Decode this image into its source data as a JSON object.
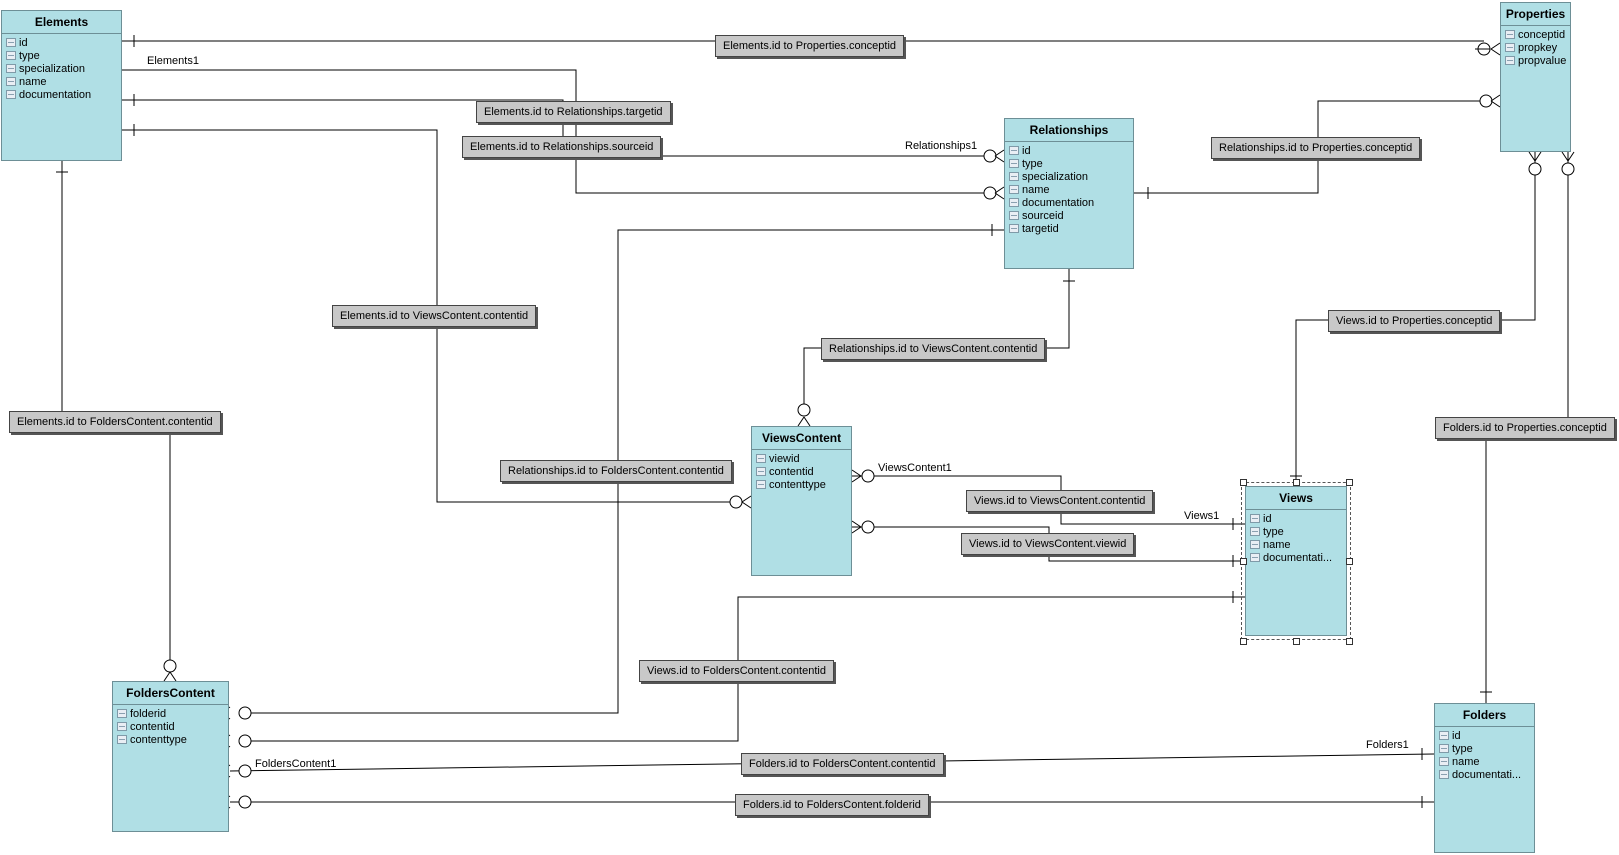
{
  "tables": {
    "elements": {
      "title": "Elements",
      "fields": [
        "id",
        "type",
        "specialization",
        "name",
        "documentation"
      ]
    },
    "properties": {
      "title": "Properties",
      "fields": [
        "conceptid",
        "propkey",
        "propvalue"
      ]
    },
    "relationships": {
      "title": "Relationships",
      "fields": [
        "id",
        "type",
        "specialization",
        "name",
        "documentation",
        "sourceid",
        "targetid"
      ]
    },
    "viewscontent": {
      "title": "ViewsContent",
      "fields": [
        "viewid",
        "contentid",
        "contenttype"
      ]
    },
    "views": {
      "title": "Views",
      "fields": [
        "id",
        "type",
        "name",
        "documentati..."
      ]
    },
    "folderscontent": {
      "title": "FoldersContent",
      "fields": [
        "folderid",
        "contentid",
        "contenttype"
      ]
    },
    "folders": {
      "title": "Folders",
      "fields": [
        "id",
        "type",
        "name",
        "documentati..."
      ]
    }
  },
  "relations": {
    "el_prop": "Elements.id to Properties.conceptid",
    "el_rel_target": "Elements.id to Relationships.targetid",
    "el_rel_source": "Elements.id to Relationships.sourceid",
    "rel_prop": "Relationships.id to Properties.conceptid",
    "el_vc": "Elements.id to ViewsContent.contentid",
    "views_prop": "Views.id to Properties.conceptid",
    "rel_vc": "Relationships.id to ViewsContent.contentid",
    "el_fc": "Elements.id to FoldersContent.contentid",
    "folders_prop": "Folders.id to Properties.conceptid",
    "rel_fc": "Relationships.id to FoldersContent.contentid",
    "views_vc_content": "Views.id to ViewsContent.contentid",
    "views_vc_view": "Views.id to ViewsContent.viewid",
    "views_fc": "Views.id to FoldersContent.contentid",
    "folders_fc_content": "Folders.id to FoldersContent.contentid",
    "folders_fc_folder": "Folders.id to FoldersContent.folderid"
  },
  "roles": {
    "elements1": "Elements1",
    "relationships1": "Relationships1",
    "viewscontent1": "ViewsContent1",
    "views1": "Views1",
    "folderscontent1": "FoldersContent1",
    "folders1": "Folders1"
  }
}
